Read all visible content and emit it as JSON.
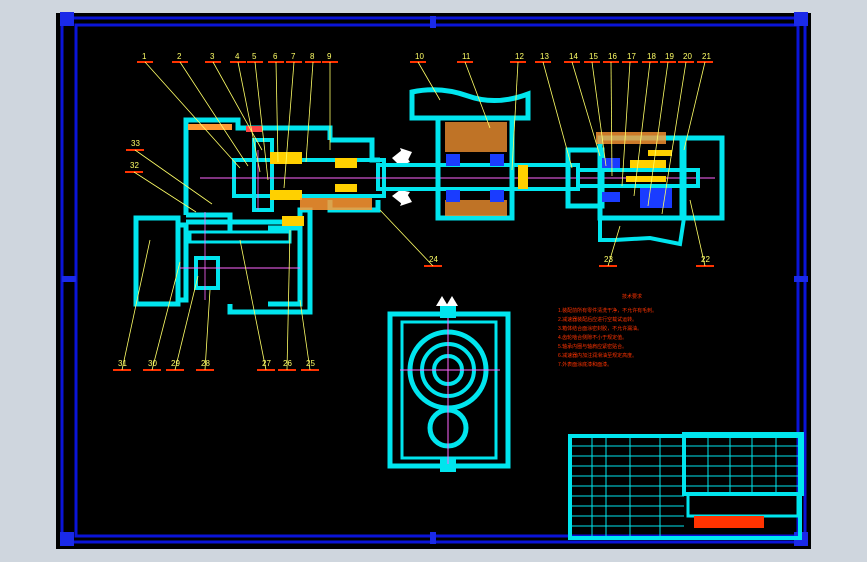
{
  "drawing": {
    "frame_color": "#0a14d8",
    "sheet_color": "#000000",
    "outline_color": "#00e5ee",
    "leader_color": "#ffff66",
    "hatch_color": "#ff9933",
    "note_color": "#ff3300",
    "part_labels_top": [
      "1",
      "2",
      "3",
      "4",
      "5",
      "6",
      "7",
      "8",
      "9",
      "10",
      "11",
      "12",
      "13",
      "14",
      "15",
      "16",
      "17",
      "18",
      "19",
      "20",
      "21"
    ],
    "part_labels_other": [
      "22",
      "23",
      "24",
      "25",
      "26",
      "27",
      "28",
      "29",
      "30",
      "31",
      "32",
      "33"
    ],
    "notes_heading": "技术要求",
    "notes_lines": [
      "1.装配前所有零件清洗干净，不允许有毛刺。",
      "2.减速器装配后应进行空载试运转。",
      "3.箱体结合面涂密封胶，不允许漏油。",
      "4.齿轮啮合侧隙不小于规定值。",
      "5.轴承内圈与轴肩应紧密贴合。",
      "6.减速器内加注润滑油至规定高度。",
      "7.外表面涂底漆和面漆。"
    ]
  }
}
